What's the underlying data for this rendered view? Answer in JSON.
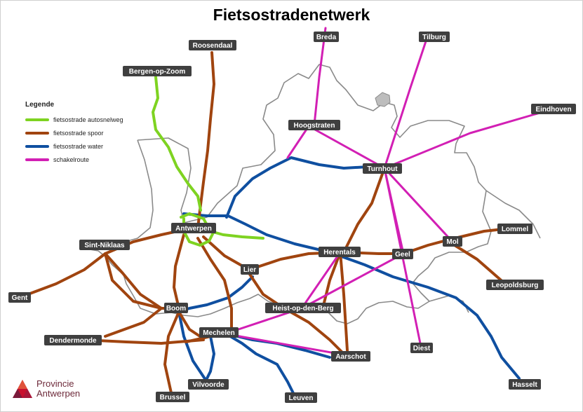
{
  "title": "Fietsostradenetwerk",
  "legend": {
    "title": "Legende",
    "items": [
      {
        "label": "fietsostrade autosnelweg",
        "color": "#7ed321"
      },
      {
        "label": "fietsostrade spoor",
        "color": "#a0440f"
      },
      {
        "label": "fietsostrade water",
        "color": "#0f4fa0"
      },
      {
        "label": "schakelroute",
        "color": "#d21fb4"
      }
    ]
  },
  "colors": {
    "autosnelweg": "#7ed321",
    "spoor": "#a0440f",
    "water": "#0f4fa0",
    "schakelroute": "#d21fb4",
    "border": "#8a8a8a",
    "label_bg": "#3f3f3f"
  },
  "cities": {
    "breda": "Breda",
    "tilburg": "Tilburg",
    "roosendaal": "Roosendaal",
    "bergen": "Bergen-op-Zoom",
    "eindhoven": "Eindhoven",
    "hoogstraten": "Hoogstraten",
    "turnhout": "Turnhout",
    "antwerpen": "Antwerpen",
    "lommel": "Lommel",
    "sintniklaas": "Sint-Niklaas",
    "herentals": "Herentals",
    "geel": "Geel",
    "mol": "Mol",
    "lier": "Lier",
    "leopoldsburg": "Leopoldsburg",
    "gent": "Gent",
    "heist": "Heist-op-den-Berg",
    "boom": "Boom",
    "mechelen": "Mechelen",
    "dendermonde": "Dendermonde",
    "diest": "Diest",
    "aarschot": "Aarschot",
    "hasselt": "Hasselt",
    "vilvoorde": "Vilvoorde",
    "brussel": "Brussel",
    "leuven": "Leuven"
  },
  "logo": {
    "line1": "Provincie",
    "line2": "Antwerpen"
  }
}
